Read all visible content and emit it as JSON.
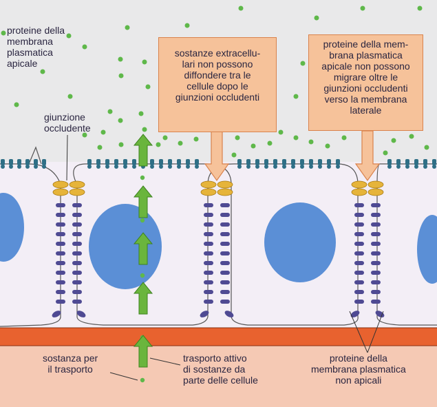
{
  "labels": {
    "apical_proteins": "proteine della\nmembrana\nplasmatica\napicale",
    "tight_junction": "giunzione\noccludente",
    "callout_left": "sostanze extracellu-\nlari non possono\ndiffondere tra le\ncellule dopo le\ngiunzioni occludenti",
    "callout_right": "proteine della mem-\nbrana plasmatica\napicale non possono\nmigrare oltre le\ngiunzioni occludenti\nverso la membrana\nlaterale",
    "transported_substance": "sostanza per\nil trasporto",
    "active_transport": "trasporto attivo\ndi sostanze da\nparte delle cellule",
    "non_apical_proteins": "proteine della\nmembrana plasmatica\nnon apicali"
  },
  "colors": {
    "background": "#e9e9ea",
    "cell_fill": "#f3eef6",
    "nucleus": "#5b8fd6",
    "membrane_protein": "#2f6f86",
    "junction_protein": "#e6b43a",
    "lateral_protein": "#4f4a93",
    "dot": "#5fb84a",
    "arrow": "#6ab53d",
    "basal_band": "#e8622f",
    "basal_layer": "#f5c9b4",
    "callout_fill": "#f6c29a",
    "callout_border": "#d9824c",
    "text": "#2a2540"
  }
}
